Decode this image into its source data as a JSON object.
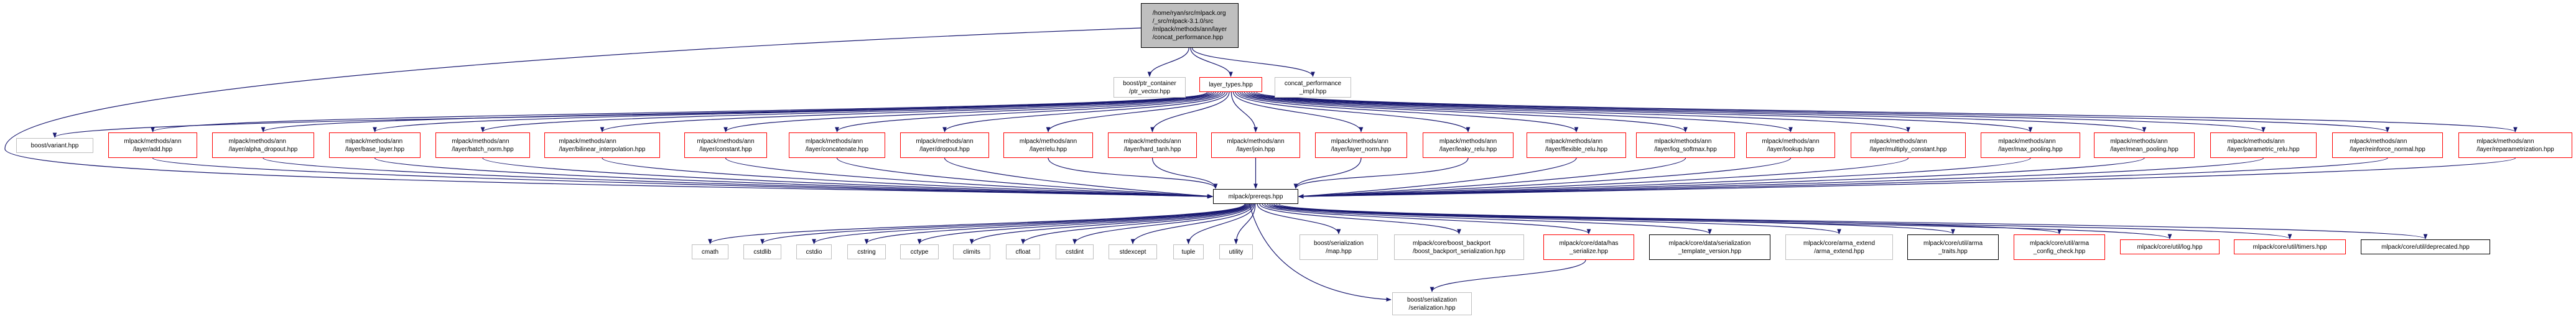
{
  "graph": {
    "title": "Include dependency graph for concat_performance.hpp",
    "edge_color": "#191970",
    "colors": {
      "root_fill": "#bfbfbf",
      "documented_border": "#ff0000",
      "external_border": "#bfbfbf",
      "plain_border": "#000000"
    },
    "nodes": {
      "root": "/home/ryan/src/mlpack.org\n/_src/mlpack-3.1.0/src\n/mlpack/methods/ann/layer\n/concat_performance.hpp",
      "ptr_vector": "boost/ptr_container\n/ptr_vector.hpp",
      "layer_types": "layer_types.hpp",
      "concat_impl": "concat_performance\n_impl.hpp",
      "variant": "boost/variant.hpp",
      "add": "mlpack/methods/ann\n/layer/add.hpp",
      "alpha_dropout": "mlpack/methods/ann\n/layer/alpha_dropout.hpp",
      "base_layer": "mlpack/methods/ann\n/layer/base_layer.hpp",
      "batch_norm": "mlpack/methods/ann\n/layer/batch_norm.hpp",
      "bilinear": "mlpack/methods/ann\n/layer/bilinear_interpolation.hpp",
      "constant": "mlpack/methods/ann\n/layer/constant.hpp",
      "concatenate": "mlpack/methods/ann\n/layer/concatenate.hpp",
      "dropout": "mlpack/methods/ann\n/layer/dropout.hpp",
      "elu": "mlpack/methods/ann\n/layer/elu.hpp",
      "hard_tanh": "mlpack/methods/ann\n/layer/hard_tanh.hpp",
      "join": "mlpack/methods/ann\n/layer/join.hpp",
      "layer_norm": "mlpack/methods/ann\n/layer/layer_norm.hpp",
      "leaky_relu": "mlpack/methods/ann\n/layer/leaky_relu.hpp",
      "flexible_relu": "mlpack/methods/ann\n/layer/flexible_relu.hpp",
      "log_softmax": "mlpack/methods/ann\n/layer/log_softmax.hpp",
      "lookup": "mlpack/methods/ann\n/layer/lookup.hpp",
      "multiply_constant": "mlpack/methods/ann\n/layer/multiply_constant.hpp",
      "max_pooling": "mlpack/methods/ann\n/layer/max_pooling.hpp",
      "mean_pooling": "mlpack/methods/ann\n/layer/mean_pooling.hpp",
      "parametric_relu": "mlpack/methods/ann\n/layer/parametric_relu.hpp",
      "reinforce_normal": "mlpack/methods/ann\n/layer/reinforce_normal.hpp",
      "reparametrization": "mlpack/methods/ann\n/layer/reparametrization.hpp",
      "prereqs": "mlpack/prereqs.hpp",
      "cmath": "cmath",
      "cstdlib": "cstdlib",
      "cstdio": "cstdio",
      "cstring": "cstring",
      "cctype": "cctype",
      "climits": "climits",
      "cfloat": "cfloat",
      "cstdint": "cstdint",
      "stdexcept": "stdexcept",
      "tuple": "tuple",
      "utility": "utility",
      "ser_map": "boost/serialization\n/map.hpp",
      "backport": "mlpack/core/boost_backport\n/boost_backport_serialization.hpp",
      "has_serialize": "mlpack/core/data/has\n_serialize.hpp",
      "template_version": "mlpack/core/data/serialization\n_template_version.hpp",
      "arma_extend": "mlpack/core/arma_extend\n/arma_extend.hpp",
      "arma_traits": "mlpack/core/util/arma\n_traits.hpp",
      "arma_config": "mlpack/core/util/arma\n_config_check.hpp",
      "log": "mlpack/core/util/log.hpp",
      "timers": "mlpack/core/util/timers.hpp",
      "deprecated": "mlpack/core/util/deprecated.hpp",
      "serialization": "boost/serialization\n/serialization.hpp"
    },
    "edges": [
      [
        "root",
        "ptr_vector"
      ],
      [
        "root",
        "layer_types"
      ],
      [
        "root",
        "concat_impl"
      ],
      [
        "root",
        "prereqs"
      ],
      [
        "layer_types",
        "variant"
      ],
      [
        "layer_types",
        "add"
      ],
      [
        "layer_types",
        "alpha_dropout"
      ],
      [
        "layer_types",
        "base_layer"
      ],
      [
        "layer_types",
        "batch_norm"
      ],
      [
        "layer_types",
        "bilinear"
      ],
      [
        "layer_types",
        "constant"
      ],
      [
        "layer_types",
        "concatenate"
      ],
      [
        "layer_types",
        "dropout"
      ],
      [
        "layer_types",
        "elu"
      ],
      [
        "layer_types",
        "hard_tanh"
      ],
      [
        "layer_types",
        "join"
      ],
      [
        "layer_types",
        "layer_norm"
      ],
      [
        "layer_types",
        "leaky_relu"
      ],
      [
        "layer_types",
        "flexible_relu"
      ],
      [
        "layer_types",
        "log_softmax"
      ],
      [
        "layer_types",
        "lookup"
      ],
      [
        "layer_types",
        "multiply_constant"
      ],
      [
        "layer_types",
        "max_pooling"
      ],
      [
        "layer_types",
        "mean_pooling"
      ],
      [
        "layer_types",
        "parametric_relu"
      ],
      [
        "layer_types",
        "reinforce_normal"
      ],
      [
        "layer_types",
        "reparametrization"
      ],
      [
        "add",
        "prereqs"
      ],
      [
        "alpha_dropout",
        "prereqs"
      ],
      [
        "base_layer",
        "prereqs"
      ],
      [
        "batch_norm",
        "prereqs"
      ],
      [
        "bilinear",
        "prereqs"
      ],
      [
        "constant",
        "prereqs"
      ],
      [
        "concatenate",
        "prereqs"
      ],
      [
        "dropout",
        "prereqs"
      ],
      [
        "elu",
        "prereqs"
      ],
      [
        "hard_tanh",
        "prereqs"
      ],
      [
        "join",
        "prereqs"
      ],
      [
        "layer_norm",
        "prereqs"
      ],
      [
        "leaky_relu",
        "prereqs"
      ],
      [
        "flexible_relu",
        "prereqs"
      ],
      [
        "log_softmax",
        "prereqs"
      ],
      [
        "lookup",
        "prereqs"
      ],
      [
        "multiply_constant",
        "prereqs"
      ],
      [
        "max_pooling",
        "prereqs"
      ],
      [
        "mean_pooling",
        "prereqs"
      ],
      [
        "parametric_relu",
        "prereqs"
      ],
      [
        "reinforce_normal",
        "prereqs"
      ],
      [
        "reparametrization",
        "prereqs"
      ],
      [
        "prereqs",
        "cmath"
      ],
      [
        "prereqs",
        "cstdlib"
      ],
      [
        "prereqs",
        "cstdio"
      ],
      [
        "prereqs",
        "cstring"
      ],
      [
        "prereqs",
        "cctype"
      ],
      [
        "prereqs",
        "climits"
      ],
      [
        "prereqs",
        "cfloat"
      ],
      [
        "prereqs",
        "cstdint"
      ],
      [
        "prereqs",
        "stdexcept"
      ],
      [
        "prereqs",
        "tuple"
      ],
      [
        "prereqs",
        "utility"
      ],
      [
        "prereqs",
        "ser_map"
      ],
      [
        "prereqs",
        "backport"
      ],
      [
        "prereqs",
        "has_serialize"
      ],
      [
        "prereqs",
        "template_version"
      ],
      [
        "prereqs",
        "arma_extend"
      ],
      [
        "prereqs",
        "arma_traits"
      ],
      [
        "prereqs",
        "arma_config"
      ],
      [
        "prereqs",
        "log"
      ],
      [
        "prereqs",
        "timers"
      ],
      [
        "prereqs",
        "deprecated"
      ],
      [
        "prereqs",
        "serialization"
      ],
      [
        "has_serialize",
        "serialization"
      ]
    ]
  }
}
